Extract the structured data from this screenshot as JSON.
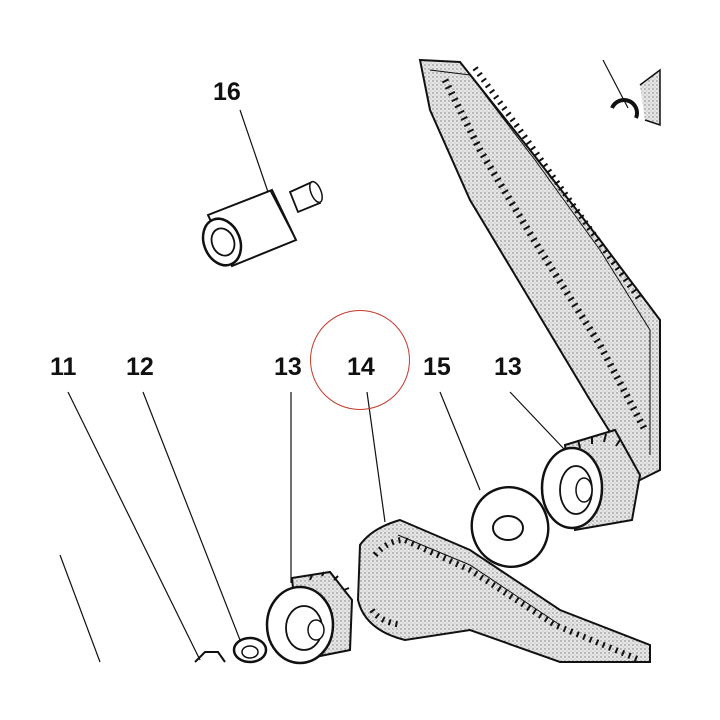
{
  "diagram": {
    "callouts": [
      {
        "id": "16",
        "label": "16"
      },
      {
        "id": "11",
        "label": "11"
      },
      {
        "id": "12",
        "label": "12"
      },
      {
        "id": "13a",
        "label": "13"
      },
      {
        "id": "14",
        "label": "14"
      },
      {
        "id": "15",
        "label": "15"
      },
      {
        "id": "13b",
        "label": "13"
      }
    ],
    "colors": {
      "ink": "#111111",
      "highlight": "#c0392b",
      "belt_fill": "#d9d9d9"
    }
  }
}
